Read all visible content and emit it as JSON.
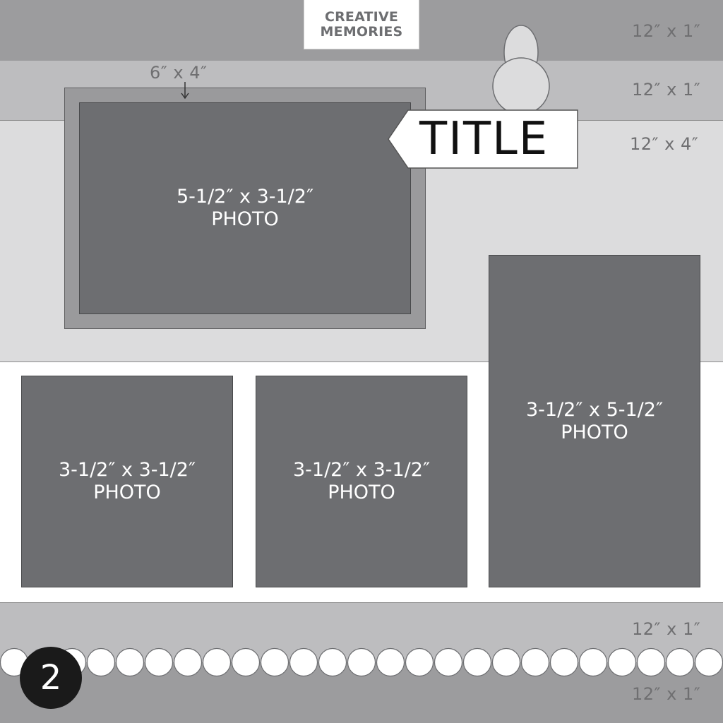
{
  "logo": {
    "line1": "CREATIVE",
    "line2": "MEMORIES"
  },
  "band_labels": {
    "top": "12″ x 1″",
    "second": "12″ x 1″",
    "third": "12″ x 4″",
    "bottom1": "12″ x 1″",
    "bottom2": "12″ x 1″"
  },
  "mat_label": "6″ x 4″",
  "title_tag": "TITLE",
  "photos": [
    {
      "size": "5-1/2″ x 3-1/2″",
      "label": "PHOTO"
    },
    {
      "size": "3-1/2″ x 5-1/2″",
      "label": "PHOTO"
    },
    {
      "size": "3-1/2″ x 3-1/2″",
      "label": "PHOTO"
    },
    {
      "size": "3-1/2″ x 3-1/2″",
      "label": "PHOTO"
    }
  ],
  "page_number": "2",
  "colors": {
    "photo_fill": "#6d6e71",
    "mat_fill": "#9a9a9c",
    "band_dark": "#9c9c9e",
    "band_mid": "#bdbdbf",
    "band_light": "#dcdcdd"
  }
}
